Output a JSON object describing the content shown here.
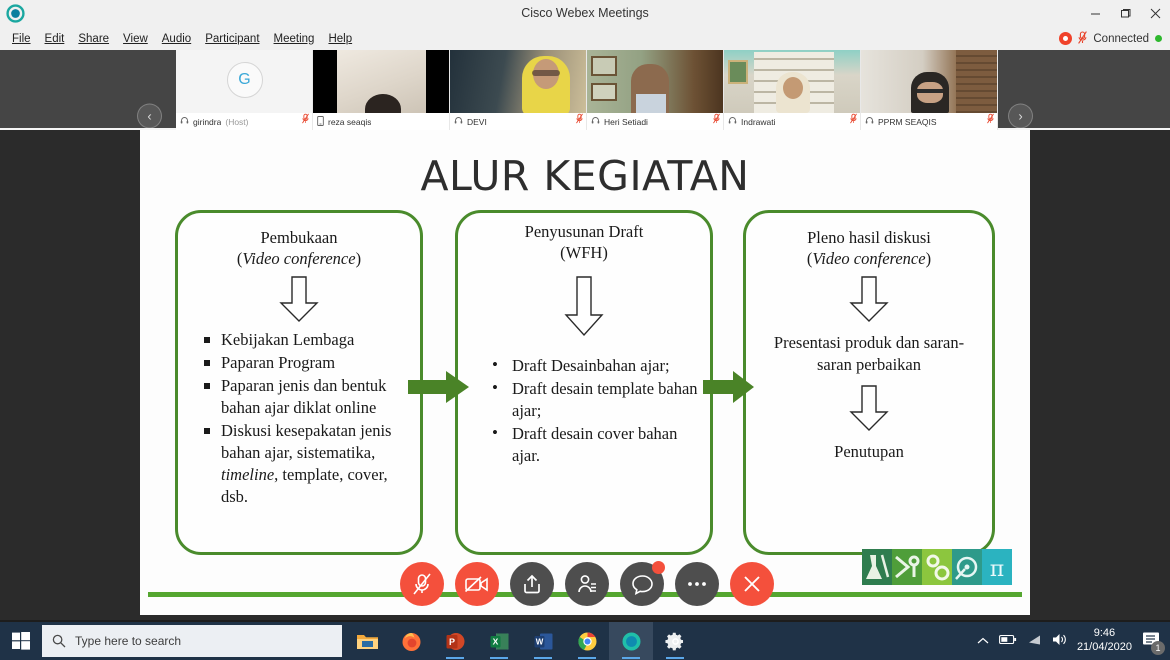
{
  "window": {
    "title": "Cisco Webex Meetings",
    "minimize": "–",
    "maximize": "❐",
    "close": "✕"
  },
  "menu": {
    "items": [
      {
        "label": "File",
        "accel": "F"
      },
      {
        "label": "Edit",
        "accel": "E"
      },
      {
        "label": "Share",
        "accel": "S"
      },
      {
        "label": "View",
        "accel": "V"
      },
      {
        "label": "Audio",
        "accel": "A"
      },
      {
        "label": "Participant",
        "accel": "P"
      },
      {
        "label": "Meeting",
        "accel": "M"
      },
      {
        "label": "Help",
        "accel": "H"
      }
    ],
    "connection_status": "Connected"
  },
  "video_strip": {
    "prev_label": "‹",
    "next_label": "›",
    "tiles": [
      {
        "name": "girindra",
        "role": "(Host)",
        "avatar_letter": "G",
        "muted": true,
        "has_video": false,
        "device": "headset"
      },
      {
        "name": "reza seaqis",
        "role": "",
        "avatar_letter": "",
        "muted": false,
        "has_video": true,
        "device": "phone"
      },
      {
        "name": "DEVI",
        "role": "",
        "avatar_letter": "",
        "muted": true,
        "has_video": true,
        "device": "headset"
      },
      {
        "name": "Heri Setiadi",
        "role": "",
        "avatar_letter": "",
        "muted": true,
        "has_video": true,
        "device": "headset"
      },
      {
        "name": "Indrawati",
        "role": "",
        "avatar_letter": "",
        "muted": true,
        "has_video": true,
        "device": "headset"
      },
      {
        "name": "PPRM SEAQIS",
        "role": "",
        "avatar_letter": "",
        "muted": true,
        "has_video": true,
        "device": "headset"
      }
    ]
  },
  "slide": {
    "title": "ALUR KEGIATAN",
    "boxes": [
      {
        "heading_line1": "Pembukaan",
        "heading_line2_prefix": "(",
        "heading_line2_italic": "Video conference",
        "heading_line2_suffix": ")",
        "bullets": [
          "Kebijakan Lembaga",
          "Paparan Program",
          "Paparan jenis dan bentuk bahan ajar diklat online",
          "Diskusi kesepakatan jenis bahan ajar, sistematika, timeline, template, cover, dsb."
        ]
      },
      {
        "heading_line1": "Penyusunan Draft",
        "heading_line2": "(WFH)",
        "bullets": [
          "Draft Desainbahan ajar;",
          "Draft desain template bahan ajar;",
          "Draft desain cover bahan ajar."
        ]
      },
      {
        "heading_line1": "Pleno hasil diskusi",
        "heading_line2_prefix": "(",
        "heading_line2_italic": "Video conference",
        "heading_line2_suffix": ")",
        "body": "Presentasi produk dan saran-saran perbaikan",
        "footer": "Penutupan"
      }
    ],
    "accent_color": "#4a8b2c",
    "rule_color": "#55a630"
  },
  "controls": {
    "buttons": [
      {
        "name": "mute-button",
        "icon": "microphone-muted-icon",
        "style": "red",
        "badge": false
      },
      {
        "name": "stop-video-button",
        "icon": "camera-muted-icon",
        "style": "red",
        "badge": false
      },
      {
        "name": "share-button",
        "icon": "share-upload-icon",
        "style": "grey",
        "badge": false
      },
      {
        "name": "participants-button",
        "icon": "participants-icon",
        "style": "grey",
        "badge": false
      },
      {
        "name": "chat-button",
        "icon": "chat-bubble-icon",
        "style": "grey",
        "badge": true
      },
      {
        "name": "more-options-button",
        "icon": "ellipsis-icon",
        "style": "grey",
        "badge": false
      },
      {
        "name": "leave-meeting-button",
        "icon": "close-x-icon",
        "style": "red",
        "badge": false
      }
    ]
  },
  "taskbar": {
    "search_placeholder": "Type here to search",
    "apps": [
      {
        "name": "file-explorer",
        "running": false
      },
      {
        "name": "firefox",
        "running": false
      },
      {
        "name": "powerpoint",
        "running": true
      },
      {
        "name": "excel",
        "running": true
      },
      {
        "name": "word",
        "running": true
      },
      {
        "name": "chrome",
        "running": true
      },
      {
        "name": "webex",
        "running": true,
        "active": true
      },
      {
        "name": "settings",
        "running": true
      }
    ],
    "clock_time": "9:46",
    "clock_date": "21/04/2020",
    "notification_count": "1"
  }
}
